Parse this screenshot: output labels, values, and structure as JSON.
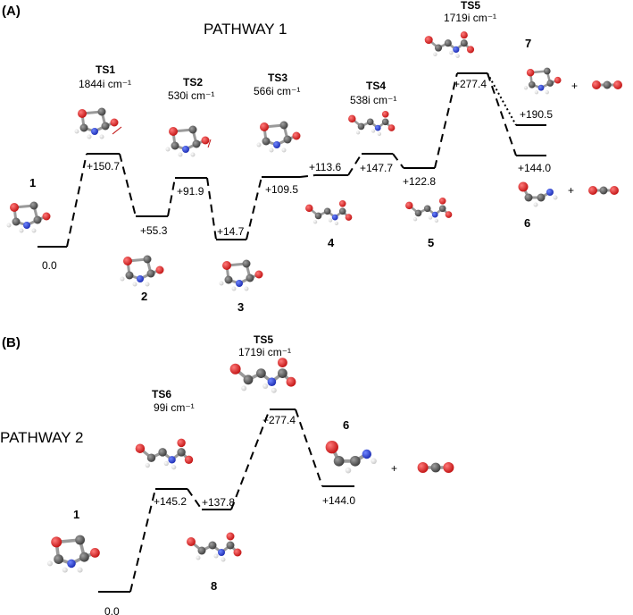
{
  "panel_a": {
    "label": "(A)",
    "title": "PATHWAY 1",
    "levels": [
      {
        "id": "1",
        "energy": "0.0"
      },
      {
        "id": "TS1",
        "energy": "+150.7",
        "freq": "1844i cm⁻¹"
      },
      {
        "id": "2",
        "energy": "+55.3"
      },
      {
        "id": "TS2",
        "energy": "+91.9",
        "freq": "530i cm⁻¹"
      },
      {
        "id": "3",
        "energy": "+14.7"
      },
      {
        "id": "TS3",
        "energy": "+109.5",
        "freq": "566i cm⁻¹"
      },
      {
        "id": "4",
        "energy": "+113.6"
      },
      {
        "id": "TS4",
        "energy": "+147.7",
        "freq": "538i cm⁻¹"
      },
      {
        "id": "5",
        "energy": "+122.8"
      },
      {
        "id": "TS5",
        "energy": "+277.4",
        "freq": "1719i cm⁻¹"
      },
      {
        "id": "7",
        "energy": "+190.5"
      },
      {
        "id": "6",
        "energy": "+144.0"
      }
    ],
    "plus": "+"
  },
  "panel_b": {
    "label": "(B)",
    "title": "PATHWAY 2",
    "levels": [
      {
        "id": "1",
        "energy": "0.0"
      },
      {
        "id": "TS6",
        "energy": "+145.2",
        "freq": "99i cm⁻¹"
      },
      {
        "id": "8",
        "energy": "+137.8"
      },
      {
        "id": "TS5",
        "energy": "+277.4",
        "freq": "1719i cm⁻¹"
      },
      {
        "id": "6",
        "energy": "+144.0"
      }
    ],
    "plus": "+"
  },
  "atom_colors": {
    "carbon": "#4a4a4a",
    "oxygen": "#d81e1e",
    "nitrogen": "#2036c8",
    "hydrogen": "#f0f0f0"
  }
}
